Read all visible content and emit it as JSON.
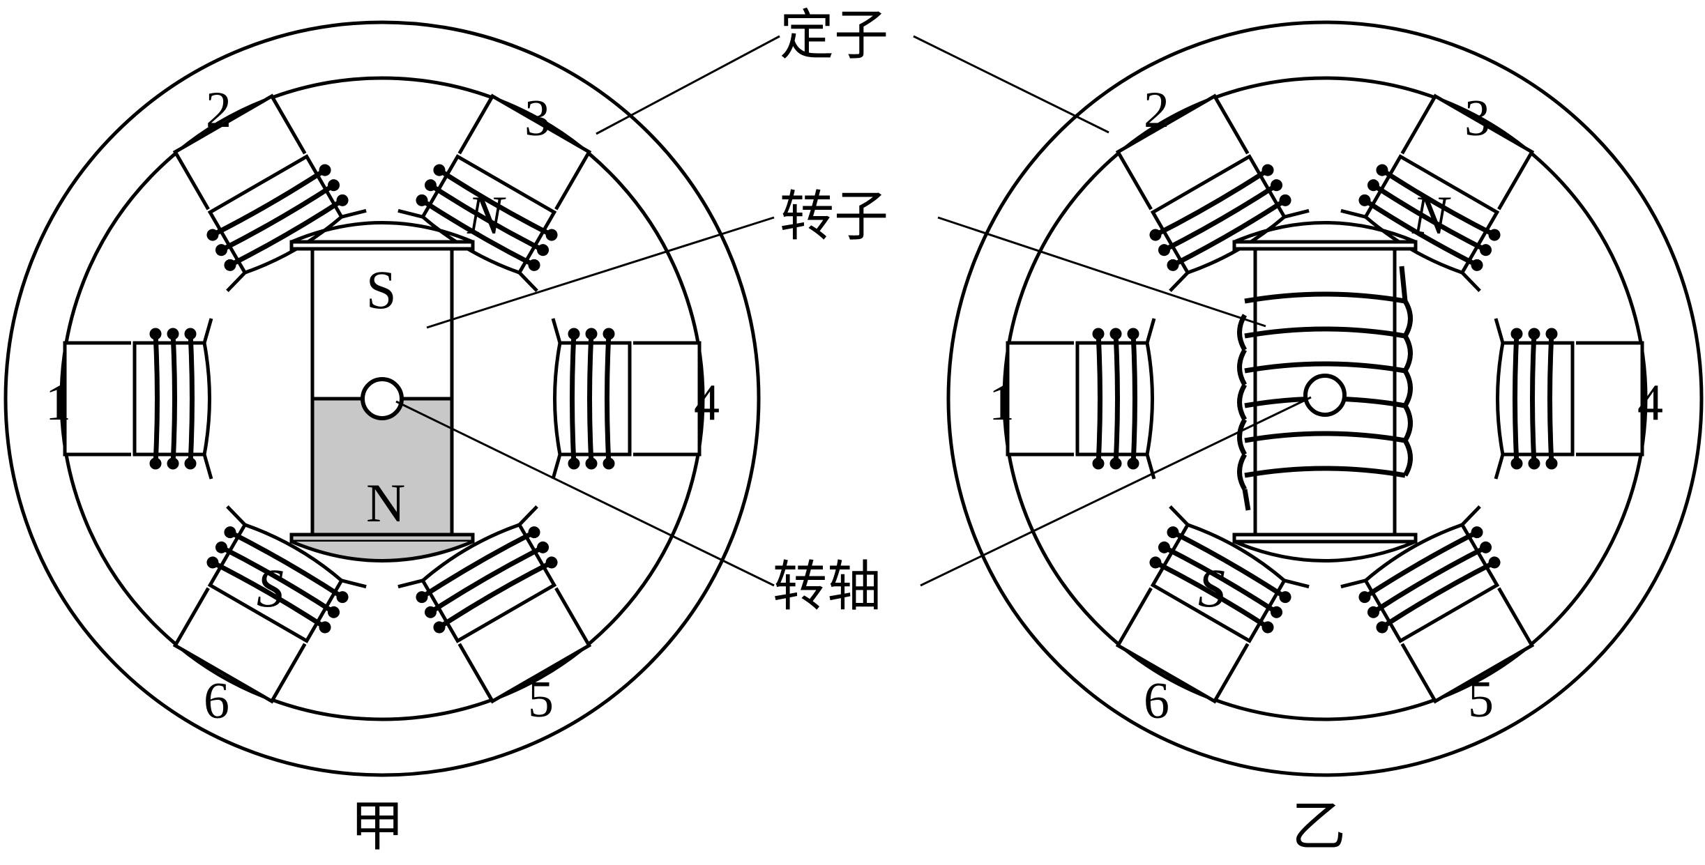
{
  "diagram": {
    "motor_left": {
      "caption": "甲",
      "coil_numbers": [
        "1",
        "2",
        "3",
        "4",
        "5",
        "6"
      ],
      "pole_labels": {
        "coil3": "N",
        "coil6": "S"
      },
      "rotor_labels": {
        "top": "S",
        "bottom": "N"
      }
    },
    "motor_right": {
      "caption": "乙",
      "coil_numbers": [
        "1",
        "2",
        "3",
        "4",
        "5",
        "6"
      ],
      "pole_labels": {
        "coil3": "N",
        "coil6": "S"
      }
    },
    "callouts": {
      "stator": "定子",
      "rotor": "转子",
      "shaft": "转轴"
    },
    "colors": {
      "line": "#000000",
      "rotor_n_fill": "#c8c8c8",
      "background": "#ffffff"
    }
  }
}
